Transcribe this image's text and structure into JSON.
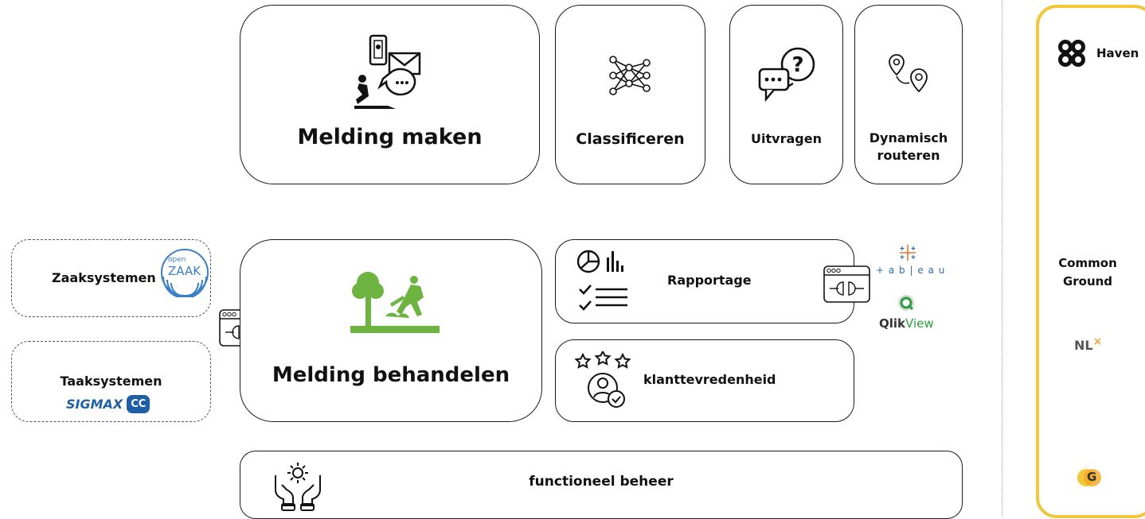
{
  "capabilities": {
    "melding_maken": "Melding maken",
    "classificeren": "Classificeren",
    "uitvragen": "Uitvragen",
    "dynamisch_routeren_1": "Dynamisch",
    "dynamisch_routeren_2": "routeren",
    "melding_behandelen": "Melding behandelen",
    "rapportage": "Rapportage",
    "klanttevredenheid": "klanttevredenheid",
    "functioneel_beheer": "functioneel beheer"
  },
  "external_systems": {
    "zaaksystemen": "Zaaksystemen",
    "taaksystemen": "Taaksystemen",
    "openzaak_logo_top": "open",
    "openzaak_logo_bottom": "ZAAK",
    "sigmax_logo": "SIGMAX",
    "cc_logo": "CC",
    "tableau_logo": "+ a b | e a u",
    "qlikview_logo_bold": "Qlik",
    "qlikview_logo_light": "View"
  },
  "common_ground": {
    "haven": "Haven",
    "common_ground_1": "Common",
    "common_ground_2": "Ground",
    "nlx_logo": "NL",
    "nlx_mark": "×",
    "cg_logo": "G"
  },
  "colors": {
    "accent_yellow": "#f2c73a",
    "tree_green": "#6db33f",
    "openzaak_blue": "#3b7fc4",
    "sigmax_blue": "#1f5fa8",
    "qlik_green": "#2e9d3b",
    "tableau_blue": "#2d6fa3"
  }
}
